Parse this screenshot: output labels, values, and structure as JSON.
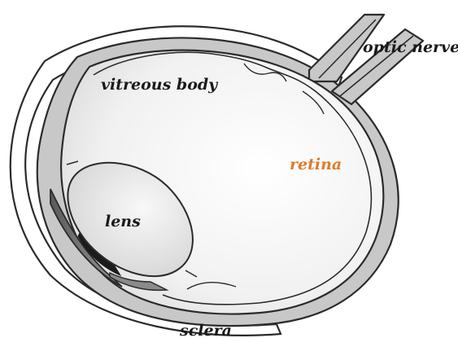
{
  "diagram": {
    "labels": {
      "vitreous_body": "vitreous body",
      "optic_nerve": "optic nerve",
      "retina": "retina",
      "lens": "lens",
      "sclera": "sclera"
    },
    "colors": {
      "text": "#1a1a1a",
      "retina_label": "#e07b2a",
      "sclera": "#c8c8c8",
      "outline": "#2b2b2b",
      "interior": "#f0f0f0",
      "lens": "#e6e6e6",
      "iris": "#1c1c1c"
    }
  }
}
